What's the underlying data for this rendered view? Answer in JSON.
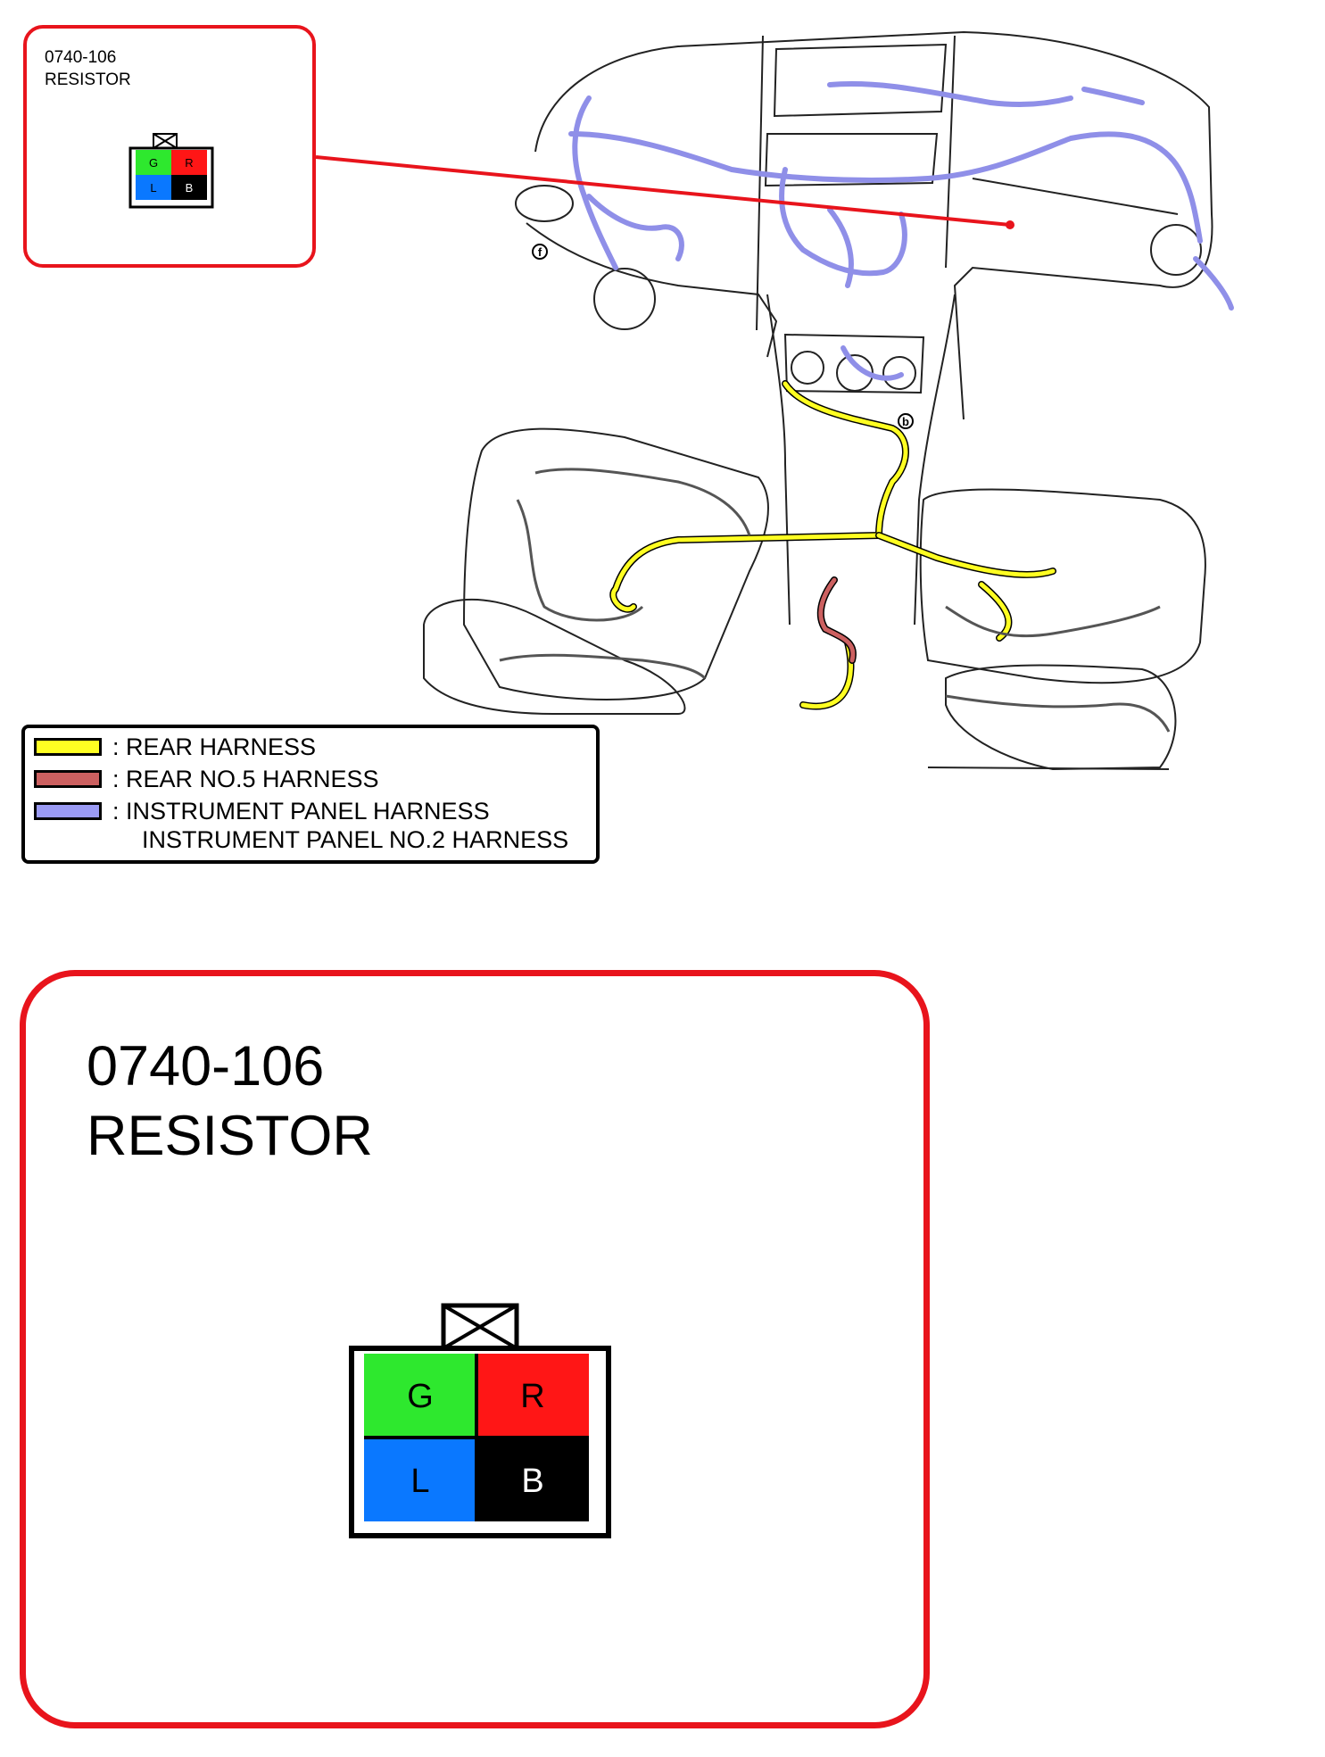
{
  "callout_small": {
    "part_number": "0740-106",
    "part_name": "RESISTOR"
  },
  "callout_large": {
    "part_number": "0740-106",
    "part_name": "RESISTOR"
  },
  "connector": {
    "pins": [
      {
        "label": "G",
        "color": "#2ee82e",
        "text_color": "#000000"
      },
      {
        "label": "R",
        "color": "#ff1616",
        "text_color": "#000000"
      },
      {
        "label": "L",
        "color": "#0a78ff",
        "text_color": "#000000"
      },
      {
        "label": "B",
        "color": "#000000",
        "text_color": "#ffffff"
      }
    ]
  },
  "diagram_labels": {
    "marker_b": "b",
    "marker_f": "f"
  },
  "legend": {
    "items": [
      {
        "label": ": REAR HARNESS",
        "color": "#ffff22"
      },
      {
        "label": ": REAR NO.5 HARNESS",
        "color": "#cc6060"
      },
      {
        "label": ": INSTRUMENT PANEL HARNESS",
        "color": "#9b9bf5"
      },
      {
        "label": "INSTRUMENT PANEL NO.2 HARNESS",
        "color": ""
      }
    ]
  },
  "colors": {
    "callout_border": "#e8141c",
    "leader_line": "#e8141c"
  }
}
